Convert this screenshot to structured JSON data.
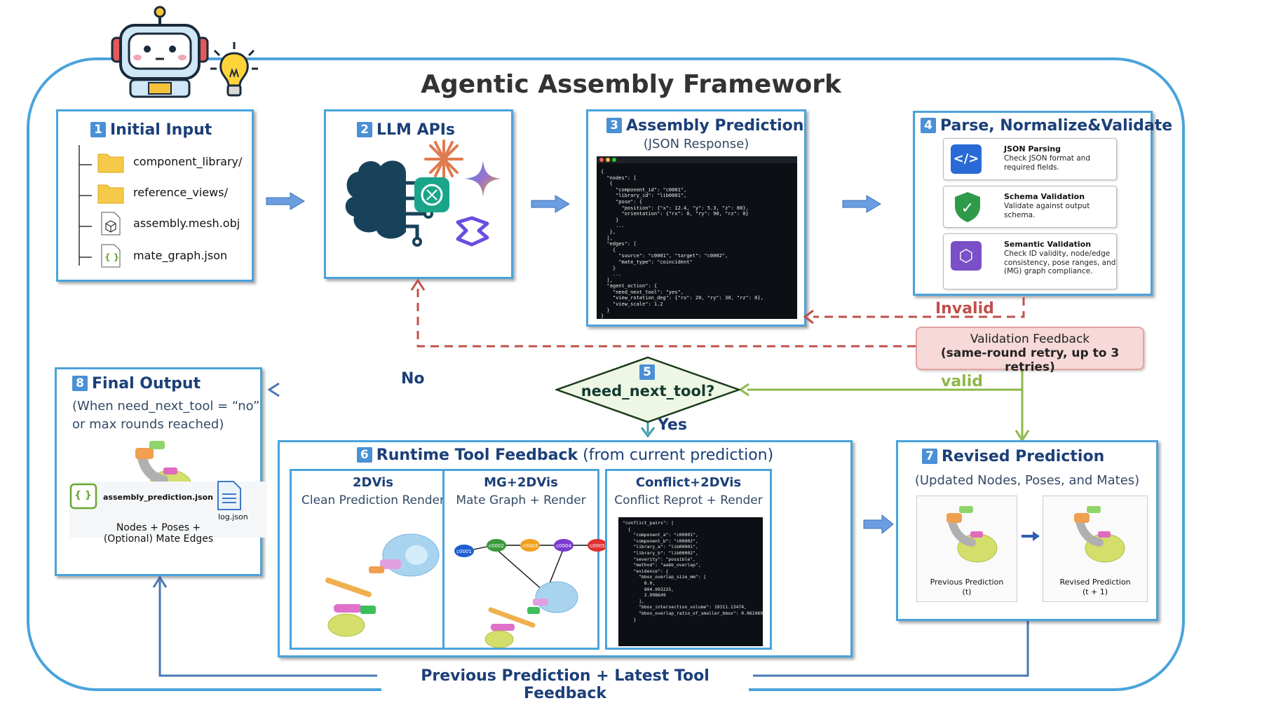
{
  "title": "Agentic Assembly Framework",
  "box1": {
    "num": "1",
    "title": "Initial Input",
    "files": [
      "component_library/",
      "reference_views/",
      "assembly.mesh.obj",
      "mate_graph.json"
    ],
    "json_glyph": "{ }"
  },
  "box2": {
    "num": "2",
    "title": "LLM APIs"
  },
  "box3": {
    "num": "3",
    "title": "Assembly Prediction",
    "subtitle": "(JSON Response)",
    "code": [
      "{",
      "  \"nodes\": [",
      "   {",
      "     \"component_id\": \"c0001\",",
      "     \"library_id\": \"lib0001\",",
      "     \"pose\": {",
      "       \"position\": {\"x\": 12.4, \"y\": 5.3, \"z\": 80},",
      "       \"orientation\": {\"rx\": 0, \"ry\": 90, \"rz\": 0}",
      "     }",
      "     ...",
      "   },",
      "  ],",
      "  \"edges\": [",
      "    {",
      "      \"source\": \"c0001\", \"target\": \"c0002\",",
      "      \"mate_type\": \"coincident\"",
      "    }",
      "    ...",
      "  ],",
      "  \"agent_action\": {",
      "    \"need_next_tool\": \"yes\",",
      "    \"view_rotation_deg\": {\"rx\": 20, \"ry\": 30, \"rz\": 0},",
      "    \"view_scale\": 1.2",
      "  }",
      "}"
    ]
  },
  "box4": {
    "num": "4",
    "title": "Parse, Normalize&Validate",
    "cards": [
      {
        "title": "JSON Parsing",
        "desc": "Check JSON format and required fields.",
        "icon": "code-icon",
        "glyph": "</>"
      },
      {
        "title": "Schema Validation",
        "desc": "Validate against output schema.",
        "icon": "shield-check-icon",
        "glyph": "✓"
      },
      {
        "title": "Semantic Validation",
        "desc": "Check ID validity, node/edge consistency, pose ranges, and (MG) graph compliance.",
        "icon": "cube-icon",
        "glyph": "⬡"
      }
    ]
  },
  "invalid_label": "Invalid",
  "feedback": {
    "line1": "Validation Feedback",
    "line2": "(same-round retry, up to 3 retries)"
  },
  "valid_label": "valid",
  "decision": {
    "num": "5",
    "text": "need_next_tool?",
    "no": "No",
    "yes": "Yes"
  },
  "box8": {
    "num": "8",
    "title": "Final Output",
    "sub1": "(When need_next_tool = “no”",
    "sub2": "or max rounds reached)",
    "file1": "assembly_prediction.json",
    "file2": "log.json",
    "json_glyph": "{ }",
    "caption1": "Nodes + Poses +",
    "caption2": "(Optional) Mate Edges"
  },
  "box6": {
    "num": "6",
    "title_bold": "Runtime Tool Feedback",
    "title_rest": " (from current prediction)",
    "panels": [
      {
        "title": "2DVis",
        "sub": "Clean Prediction Render"
      },
      {
        "title": "MG+2DVis",
        "sub": "Mate Graph + Render"
      },
      {
        "title": "Conflict+2DVis",
        "sub": "Conflict Reprot + Render"
      }
    ],
    "nodes": [
      "c0001",
      "c0002",
      "c0003",
      "c0004",
      "c0005"
    ],
    "conflict_code": [
      "\"conflict_pairs\": [",
      "  {",
      "    \"component_a\": \"c00001\",",
      "    \"component_b\": \"c00002\",",
      "    \"library_a\": \"lib00001\",",
      "    \"library_b\": \"lib00002\",",
      "    \"severity\": \"possible\",",
      "    \"method\": \"aabb_overlap\",",
      "    \"evidence\": {",
      "      \"bbox_overlap_size_mm\": [",
      "        8.0,",
      "        804.993225,",
      "        2.998649",
      "      ],",
      "      \"bbox_intersection_volume\": 19311.13474,",
      "      \"bbox_overlap_ratio_of_smaller_bbox\": 0.061069",
      "    }"
    ]
  },
  "box7": {
    "num": "7",
    "title": "Revised Prediction",
    "subtitle": "(Updated Nodes, Poses, and Mates)",
    "prev1": "Previous Prediction",
    "prev2": "(t)",
    "rev1": "Revised Prediction",
    "rev2": "(t + 1)"
  },
  "bottom_label": "Previous Prediction + Latest Tool Feedback",
  "colors": {
    "frame": "#4aa3dc",
    "arrow": "#5b8fd6",
    "invalid": "#c0504d",
    "valid": "#8db84a",
    "loop": "#4a78b5"
  }
}
